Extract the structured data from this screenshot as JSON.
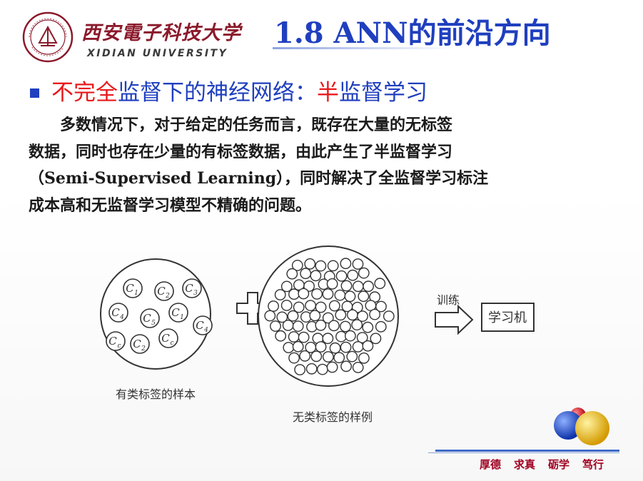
{
  "header": {
    "university_cn": "西安電子科技大学",
    "university_en": "XIDIAN UNIVERSITY",
    "title": "1.8 ANN的前沿方向"
  },
  "heading": {
    "part1_red": "不完全",
    "part2_blue": "监督下的神经网络：",
    "part3_red": "半",
    "part4_blue": "监督学习"
  },
  "paragraph": {
    "lines": [
      "多数情况下，对于给定的任务而言，既存在大量的无标签",
      "数据，同时也存在少量的有标签数据，由此产生了半监督学习",
      "（Semi-Supervised Learning），同时解决了全监督学习标注",
      "成本高和无监督学习模型不精确的问题。"
    ]
  },
  "diagram": {
    "labeled_set": {
      "caption": "有类标签的样本",
      "samples": [
        "C1",
        "C2",
        "C3",
        "C4",
        "C5",
        "C1",
        "C4",
        "Cc",
        "C2",
        "Cc"
      ]
    },
    "plus_symbol": "+",
    "unlabeled_set": {
      "caption": "无类标签的样例"
    },
    "arrow_label": "训练",
    "learner_label": "学习机"
  },
  "footer": {
    "motto": [
      "厚德",
      "求真",
      "砺学",
      "笃行"
    ]
  },
  "colors": {
    "title_blue": "#1f3fbf",
    "accent_red": "#e8191c",
    "motto_red": "#a00020"
  }
}
